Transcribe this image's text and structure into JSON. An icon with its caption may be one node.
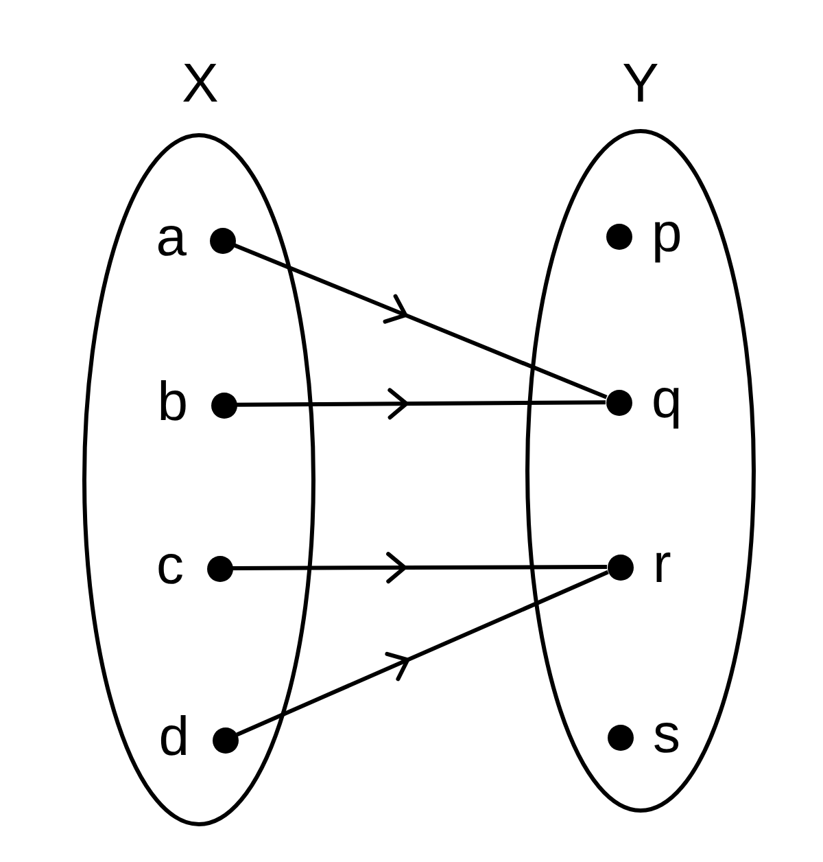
{
  "diagram": {
    "nodes": [
      {
        "text": [
          "X"
        ]
      },
      {
        "text": [],
        "shape": "circle",
        "in": 0,
        "beside": [
          "a"
        ]
      },
      {
        "text": [],
        "shape": "circle",
        "in": 0,
        "beside": [
          "b"
        ]
      },
      {
        "text": [],
        "shape": "circle",
        "in": 0,
        "beside": [
          "c"
        ]
      },
      {
        "text": [],
        "shape": "circle",
        "in": 0,
        "beside": [
          "d"
        ]
      },
      {
        "text": [
          "Y"
        ]
      },
      {
        "text": [],
        "shape": "circle",
        "in": 5,
        "beside": [
          "p"
        ]
      },
      {
        "text": [],
        "shape": "circle",
        "in": 5,
        "beside": [
          "q"
        ]
      },
      {
        "text": [],
        "shape": "circle",
        "in": 5,
        "beside": [
          "r"
        ]
      },
      {
        "text": [],
        "shape": "circle",
        "in": 5,
        "beside": [
          "s"
        ]
      }
    ],
    "edges": [
      {
        "from": 1,
        "to": 7,
        "arrow": "to"
      },
      {
        "from": 2,
        "to": 7,
        "arrow": "to"
      },
      {
        "from": 3,
        "to": 8,
        "arrow": "to"
      },
      {
        "from": 4,
        "to": 8,
        "arrow": "to"
      }
    ]
  }
}
